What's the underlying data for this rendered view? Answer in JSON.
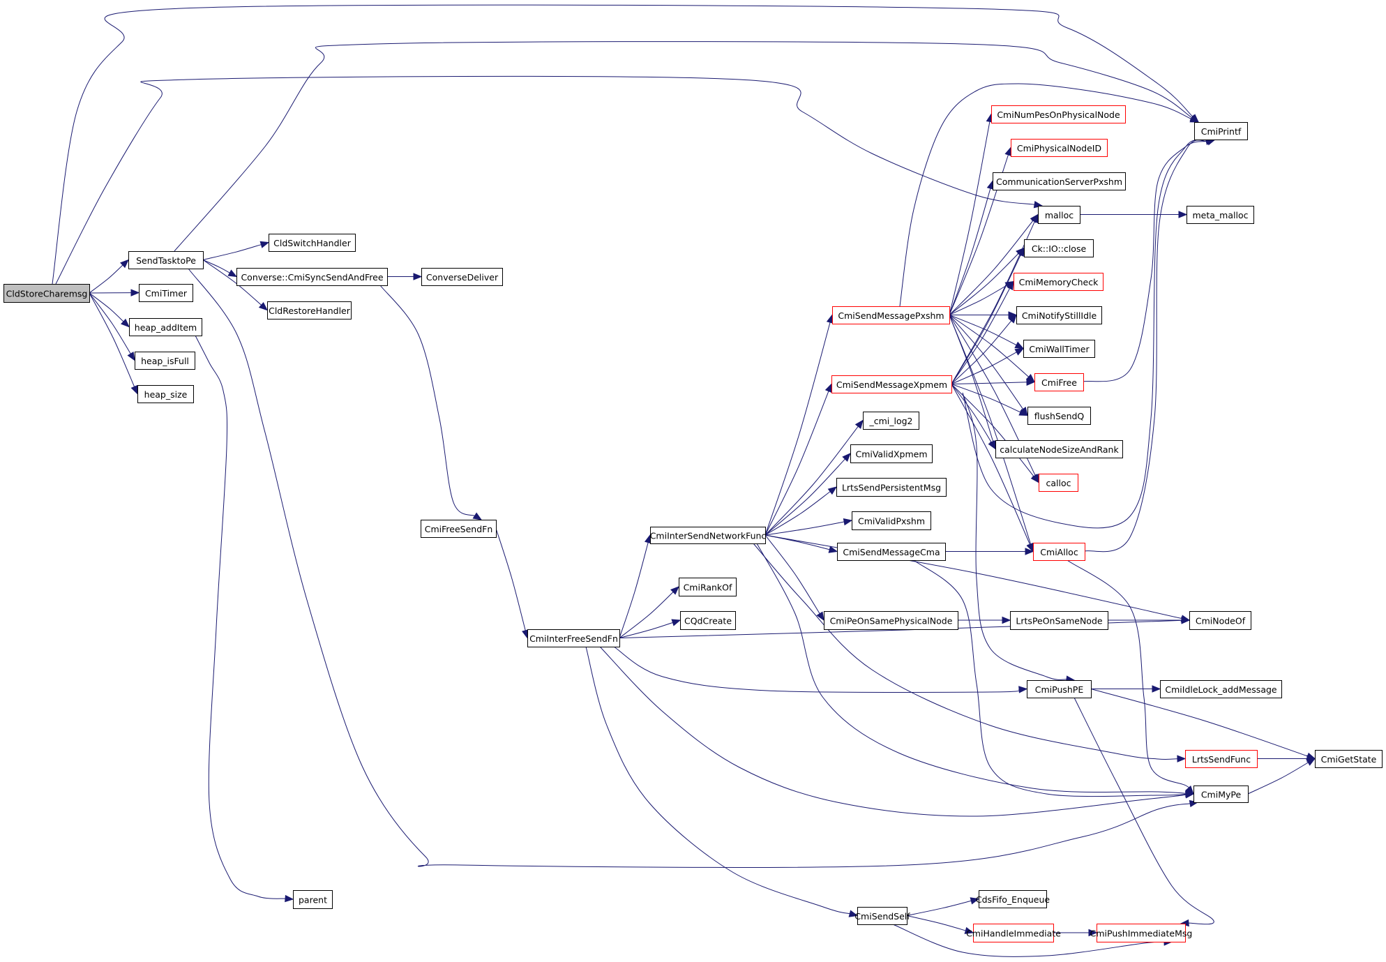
{
  "diagram": {
    "type": "call-graph",
    "root": "CldStoreCharemsg",
    "colors": {
      "edge": "#191970",
      "node_border": "#000000",
      "node_border_truncated": "#ff0000",
      "root_fill": "#bfbfbf",
      "node_fill": "#ffffff"
    },
    "nodes": [
      {
        "id": "CldStoreCharemsg",
        "label": "CldStoreCharemsg",
        "kind": "root"
      },
      {
        "id": "SendTasktoPe",
        "label": "SendTasktoPe",
        "kind": "normal"
      },
      {
        "id": "CmiTimer",
        "label": "CmiTimer",
        "kind": "normal"
      },
      {
        "id": "heap_addItem",
        "label": "heap_addItem",
        "kind": "normal"
      },
      {
        "id": "heap_isFull",
        "label": "heap_isFull",
        "kind": "normal"
      },
      {
        "id": "heap_size",
        "label": "heap_size",
        "kind": "normal"
      },
      {
        "id": "CldSwitchHandler",
        "label": "CldSwitchHandler",
        "kind": "normal"
      },
      {
        "id": "CmiSyncSendAndFree",
        "label": "Converse::CmiSyncSendAndFree",
        "kind": "normal"
      },
      {
        "id": "CldRestoreHandler",
        "label": "CldRestoreHandler",
        "kind": "normal"
      },
      {
        "id": "ConverseDeliver",
        "label": "ConverseDeliver",
        "kind": "normal"
      },
      {
        "id": "CmiFreeSendFn",
        "label": "CmiFreeSendFn",
        "kind": "normal"
      },
      {
        "id": "CmiInterFreeSendFn",
        "label": "CmiInterFreeSendFn",
        "kind": "normal"
      },
      {
        "id": "CmiInterSendNetworkFunc",
        "label": "CmiInterSendNetworkFunc",
        "kind": "normal"
      },
      {
        "id": "CmiRankOf",
        "label": "CmiRankOf",
        "kind": "normal"
      },
      {
        "id": "CQdCreate",
        "label": "CQdCreate",
        "kind": "normal"
      },
      {
        "id": "parent",
        "label": "parent",
        "kind": "normal"
      },
      {
        "id": "CmiSendMessagePxshm",
        "label": "CmiSendMessagePxshm",
        "kind": "truncated"
      },
      {
        "id": "CmiSendMessageXpmem",
        "label": "CmiSendMessageXpmem",
        "kind": "truncated"
      },
      {
        "id": "_cmi_log2",
        "label": "_cmi_log2",
        "kind": "normal"
      },
      {
        "id": "CmiValidXpmem",
        "label": "CmiValidXpmem",
        "kind": "normal"
      },
      {
        "id": "LrtsSendPersistentMsg",
        "label": "LrtsSendPersistentMsg",
        "kind": "normal"
      },
      {
        "id": "CmiValidPxshm",
        "label": "CmiValidPxshm",
        "kind": "normal"
      },
      {
        "id": "CmiSendMessageCma",
        "label": "CmiSendMessageCma",
        "kind": "normal"
      },
      {
        "id": "CmiPeOnSamePhysicalNode",
        "label": "CmiPeOnSamePhysicalNode",
        "kind": "normal"
      },
      {
        "id": "CmiSendSelf",
        "label": "CmiSendSelf",
        "kind": "normal"
      },
      {
        "id": "CmiNumPesOnPhysicalNode",
        "label": "CmiNumPesOnPhysicalNode",
        "kind": "truncated"
      },
      {
        "id": "CmiPhysicalNodeID",
        "label": "CmiPhysicalNodeID",
        "kind": "truncated"
      },
      {
        "id": "CommunicationServerPxshm",
        "label": "CommunicationServerPxshm",
        "kind": "normal"
      },
      {
        "id": "malloc",
        "label": "malloc",
        "kind": "normal"
      },
      {
        "id": "CkIOclose",
        "label": "Ck::IO::close",
        "kind": "normal"
      },
      {
        "id": "CmiMemoryCheck",
        "label": "CmiMemoryCheck",
        "kind": "truncated"
      },
      {
        "id": "CmiNotifyStillIdle",
        "label": "CmiNotifyStillIdle",
        "kind": "normal"
      },
      {
        "id": "CmiWallTimer",
        "label": "CmiWallTimer",
        "kind": "normal"
      },
      {
        "id": "CmiFree",
        "label": "CmiFree",
        "kind": "truncated"
      },
      {
        "id": "flushSendQ",
        "label": "flushSendQ",
        "kind": "normal"
      },
      {
        "id": "calculateNodeSizeAndRank",
        "label": "calculateNodeSizeAndRank",
        "kind": "normal"
      },
      {
        "id": "calloc",
        "label": "calloc",
        "kind": "truncated"
      },
      {
        "id": "CmiAlloc",
        "label": "CmiAlloc",
        "kind": "truncated"
      },
      {
        "id": "LrtsPeOnSameNode",
        "label": "LrtsPeOnSameNode",
        "kind": "normal"
      },
      {
        "id": "CmiPushPE",
        "label": "CmiPushPE",
        "kind": "normal"
      },
      {
        "id": "CdsFifo_Enqueue",
        "label": "CdsFifo_Enqueue",
        "kind": "normal"
      },
      {
        "id": "CmiHandleImmediate",
        "label": "CmiHandleImmediate",
        "kind": "truncated"
      },
      {
        "id": "CmiPrintf",
        "label": "CmiPrintf",
        "kind": "normal"
      },
      {
        "id": "meta_malloc",
        "label": "meta_malloc",
        "kind": "normal"
      },
      {
        "id": "CmiNodeOf",
        "label": "CmiNodeOf",
        "kind": "normal"
      },
      {
        "id": "CmiIdleLock_addMessage",
        "label": "CmiIdleLock_addMessage",
        "kind": "normal"
      },
      {
        "id": "LrtsSendFunc",
        "label": "LrtsSendFunc",
        "kind": "truncated"
      },
      {
        "id": "CmiGetState",
        "label": "CmiGetState",
        "kind": "normal"
      },
      {
        "id": "CmiMyPe",
        "label": "CmiMyPe",
        "kind": "normal"
      },
      {
        "id": "CmiPushImmediateMsg",
        "label": "CmiPushImmediateMsg",
        "kind": "truncated"
      }
    ],
    "edges": [
      [
        "CldStoreCharemsg",
        "SendTasktoPe"
      ],
      [
        "CldStoreCharemsg",
        "CmiTimer"
      ],
      [
        "CldStoreCharemsg",
        "heap_addItem"
      ],
      [
        "CldStoreCharemsg",
        "heap_isFull"
      ],
      [
        "CldStoreCharemsg",
        "heap_size"
      ],
      [
        "CldStoreCharemsg",
        "CmiPrintf"
      ],
      [
        "CldStoreCharemsg",
        "malloc"
      ],
      [
        "SendTasktoPe",
        "CldSwitchHandler"
      ],
      [
        "SendTasktoPe",
        "CmiSyncSendAndFree"
      ],
      [
        "SendTasktoPe",
        "CldRestoreHandler"
      ],
      [
        "SendTasktoPe",
        "CmiPrintf"
      ],
      [
        "SendTasktoPe",
        "CmiMyPe"
      ],
      [
        "heap_addItem",
        "parent"
      ],
      [
        "CmiSyncSendAndFree",
        "ConverseDeliver"
      ],
      [
        "CmiSyncSendAndFree",
        "CmiFreeSendFn"
      ],
      [
        "CmiFreeSendFn",
        "CmiInterFreeSendFn"
      ],
      [
        "CmiInterFreeSendFn",
        "CmiInterSendNetworkFunc"
      ],
      [
        "CmiInterFreeSendFn",
        "CmiRankOf"
      ],
      [
        "CmiInterFreeSendFn",
        "CQdCreate"
      ],
      [
        "CmiInterFreeSendFn",
        "CmiNodeOf"
      ],
      [
        "CmiInterFreeSendFn",
        "CmiPushPE"
      ],
      [
        "CmiInterFreeSendFn",
        "CmiMyPe"
      ],
      [
        "CmiInterFreeSendFn",
        "CmiSendSelf"
      ],
      [
        "CmiInterSendNetworkFunc",
        "CmiSendMessagePxshm"
      ],
      [
        "CmiInterSendNetworkFunc",
        "CmiSendMessageXpmem"
      ],
      [
        "CmiInterSendNetworkFunc",
        "_cmi_log2"
      ],
      [
        "CmiInterSendNetworkFunc",
        "CmiValidXpmem"
      ],
      [
        "CmiInterSendNetworkFunc",
        "LrtsSendPersistentMsg"
      ],
      [
        "CmiInterSendNetworkFunc",
        "CmiValidPxshm"
      ],
      [
        "CmiInterSendNetworkFunc",
        "CmiSendMessageCma"
      ],
      [
        "CmiInterSendNetworkFunc",
        "CmiPeOnSamePhysicalNode"
      ],
      [
        "CmiInterSendNetworkFunc",
        "CmiNodeOf"
      ],
      [
        "CmiInterSendNetworkFunc",
        "LrtsSendFunc"
      ],
      [
        "CmiInterSendNetworkFunc",
        "CmiMyPe"
      ],
      [
        "CmiSendMessagePxshm",
        "CmiNumPesOnPhysicalNode"
      ],
      [
        "CmiSendMessagePxshm",
        "CmiPhysicalNodeID"
      ],
      [
        "CmiSendMessagePxshm",
        "CommunicationServerPxshm"
      ],
      [
        "CmiSendMessagePxshm",
        "malloc"
      ],
      [
        "CmiSendMessagePxshm",
        "CkIOclose"
      ],
      [
        "CmiSendMessagePxshm",
        "CmiMemoryCheck"
      ],
      [
        "CmiSendMessagePxshm",
        "CmiNotifyStillIdle"
      ],
      [
        "CmiSendMessagePxshm",
        "CmiWallTimer"
      ],
      [
        "CmiSendMessagePxshm",
        "CmiFree"
      ],
      [
        "CmiSendMessagePxshm",
        "flushSendQ"
      ],
      [
        "CmiSendMessagePxshm",
        "calculateNodeSizeAndRank"
      ],
      [
        "CmiSendMessagePxshm",
        "calloc"
      ],
      [
        "CmiSendMessagePxshm",
        "CmiAlloc"
      ],
      [
        "CmiSendMessagePxshm",
        "CmiPrintf"
      ],
      [
        "CmiSendMessageXpmem",
        "malloc"
      ],
      [
        "CmiSendMessageXpmem",
        "CkIOclose"
      ],
      [
        "CmiSendMessageXpmem",
        "CmiMemoryCheck"
      ],
      [
        "CmiSendMessageXpmem",
        "CmiNotifyStillIdle"
      ],
      [
        "CmiSendMessageXpmem",
        "CmiWallTimer"
      ],
      [
        "CmiSendMessageXpmem",
        "CmiFree"
      ],
      [
        "CmiSendMessageXpmem",
        "flushSendQ"
      ],
      [
        "CmiSendMessageXpmem",
        "calculateNodeSizeAndRank"
      ],
      [
        "CmiSendMessageXpmem",
        "calloc"
      ],
      [
        "CmiSendMessageXpmem",
        "CmiAlloc"
      ],
      [
        "CmiSendMessageXpmem",
        "CmiPushPE"
      ],
      [
        "CmiSendMessageXpmem",
        "CmiPrintf"
      ],
      [
        "CmiSendMessageCma",
        "CmiAlloc"
      ],
      [
        "CmiSendMessageCma",
        "CmiMyPe"
      ],
      [
        "CmiPeOnSamePhysicalNode",
        "LrtsPeOnSameNode"
      ],
      [
        "LrtsPeOnSameNode",
        "CmiNodeOf"
      ],
      [
        "malloc",
        "meta_malloc"
      ],
      [
        "CmiFree",
        "CmiPrintf"
      ],
      [
        "CmiAlloc",
        "CmiPrintf"
      ],
      [
        "CmiAlloc",
        "CmiMyPe"
      ],
      [
        "CmiPushPE",
        "CmiIdleLock_addMessage"
      ],
      [
        "CmiPushPE",
        "CmiGetState"
      ],
      [
        "CmiPushPE",
        "CmiPushImmediateMsg"
      ],
      [
        "LrtsSendFunc",
        "CmiGetState"
      ],
      [
        "CmiMyPe",
        "CmiGetState"
      ],
      [
        "CmiSendSelf",
        "CdsFifo_Enqueue"
      ],
      [
        "CmiSendSelf",
        "CmiHandleImmediate"
      ],
      [
        "CmiSendSelf",
        "CmiPushImmediateMsg"
      ],
      [
        "CmiHandleImmediate",
        "CmiPushImmediateMsg"
      ]
    ]
  }
}
